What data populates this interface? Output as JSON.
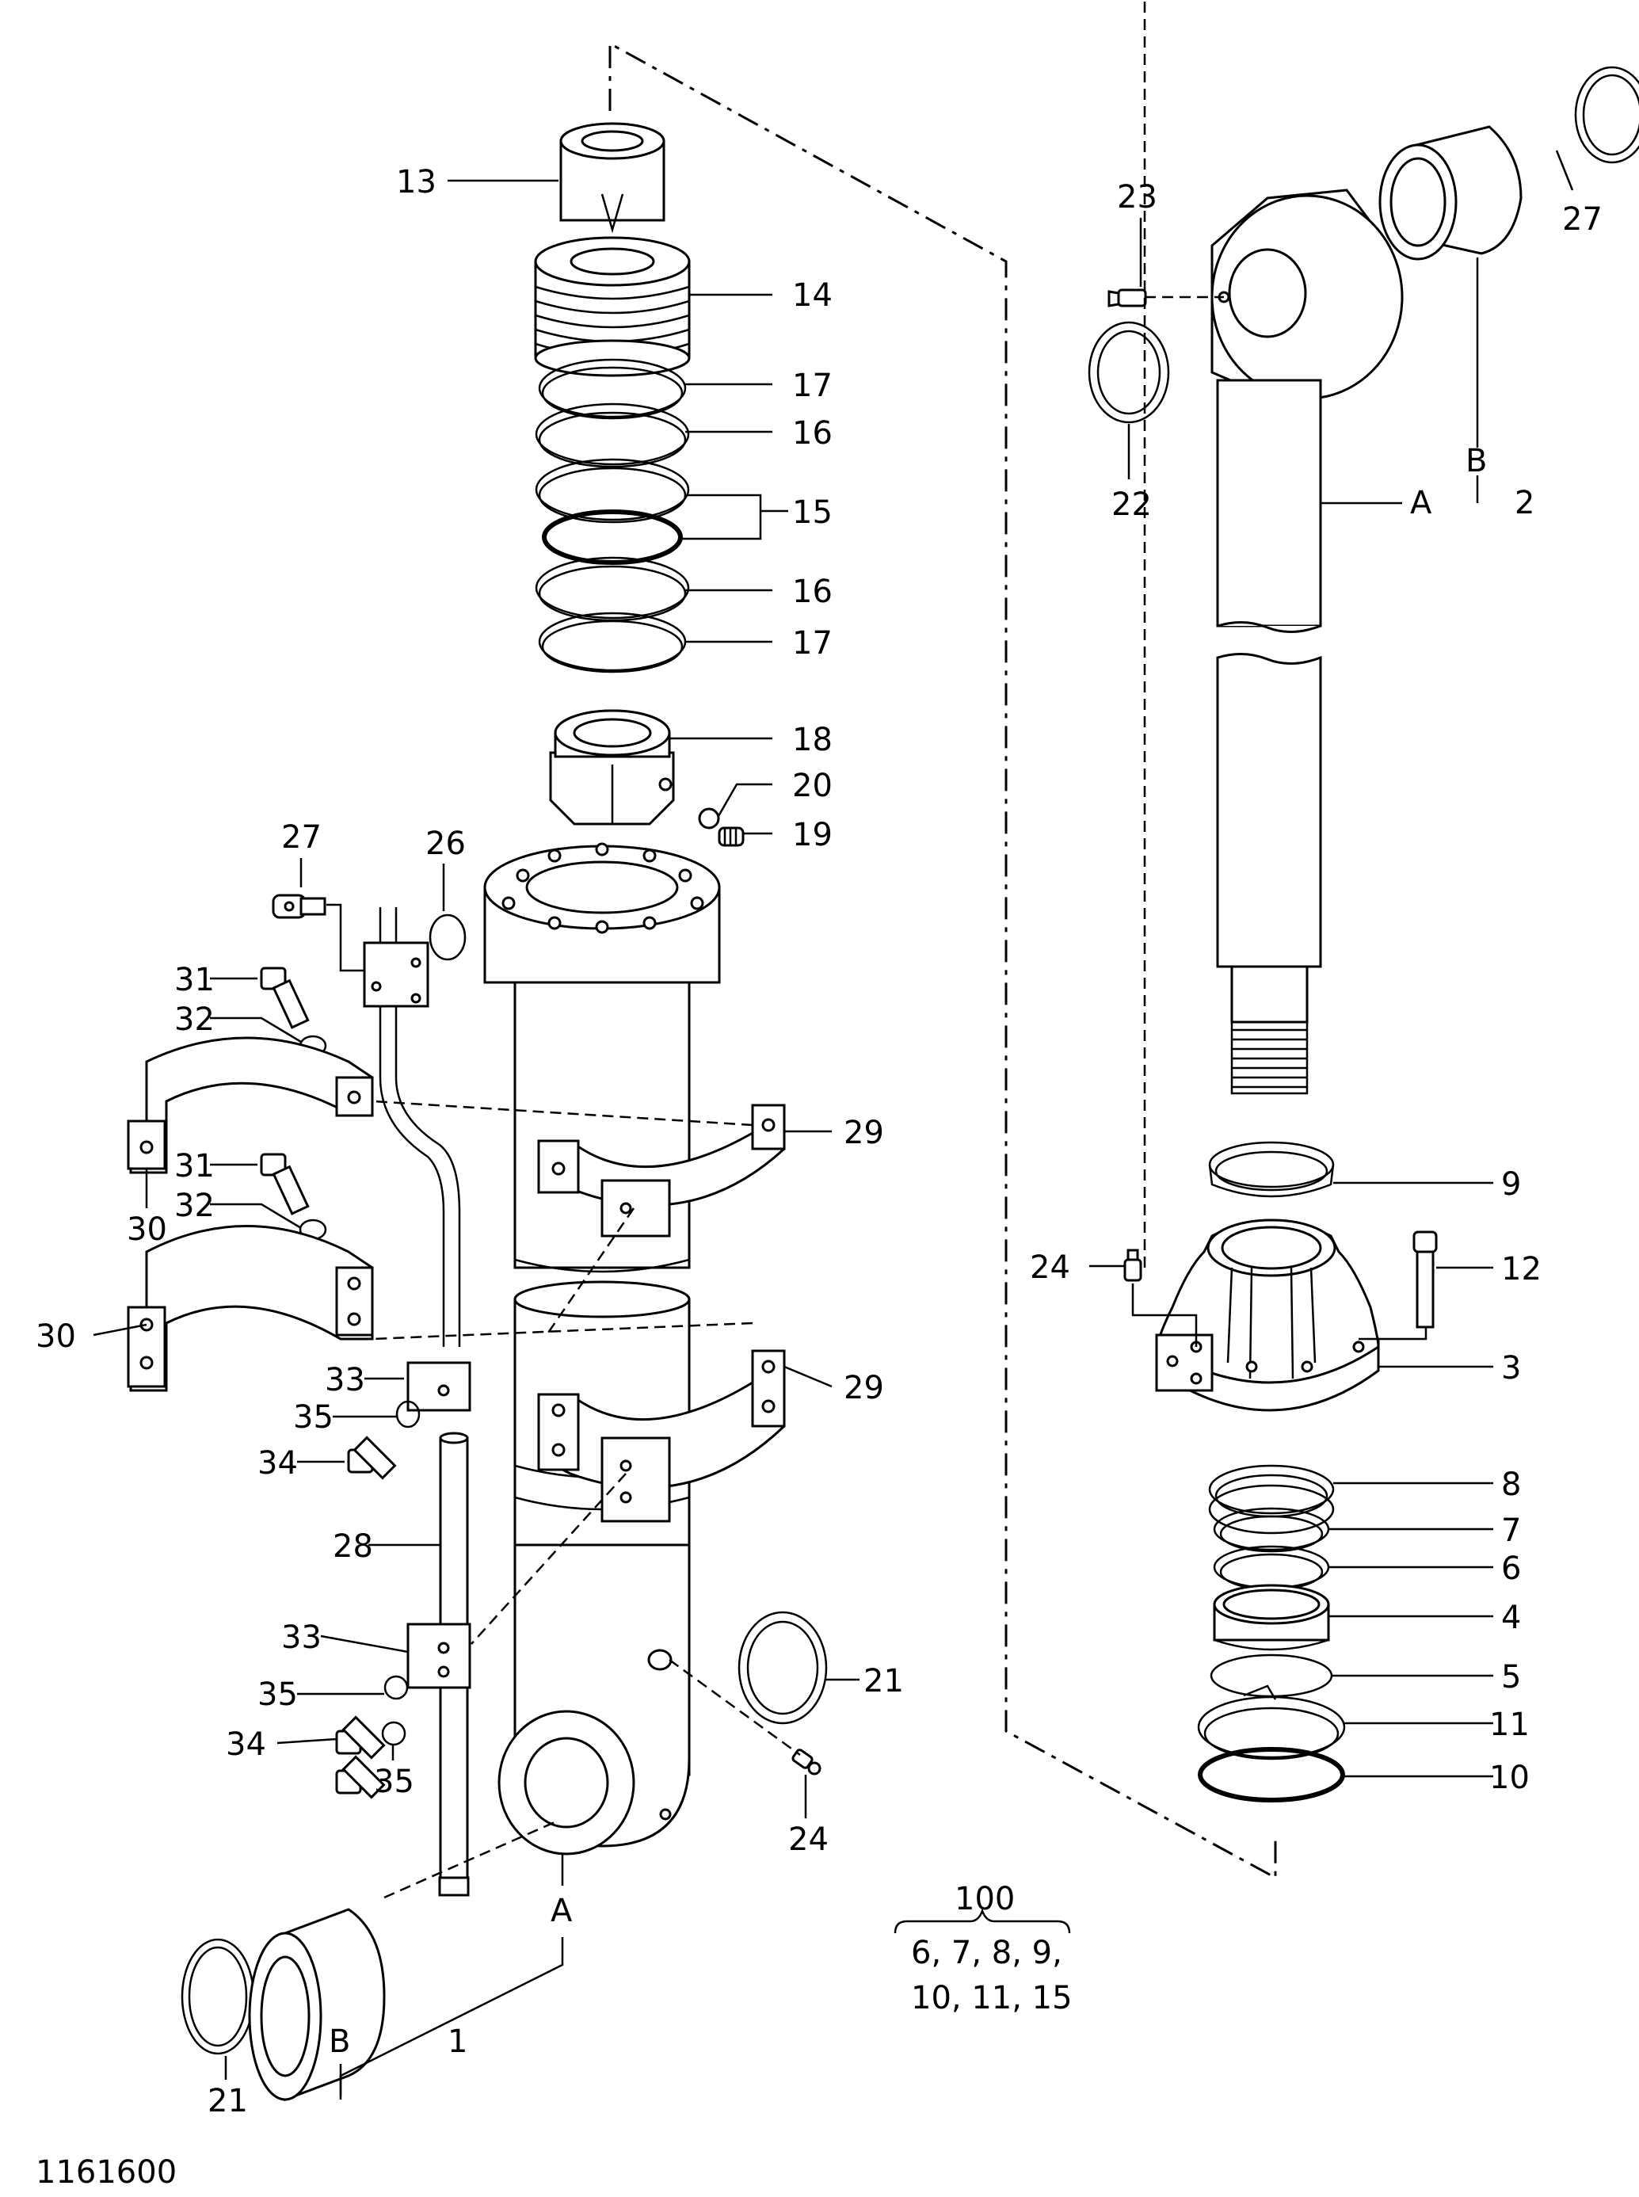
{
  "drawing_number": "1161600",
  "callouts": {
    "c13": "13",
    "c14": "14",
    "c17a": "17",
    "c16a": "16",
    "c15": "15",
    "c16b": "16",
    "c17b": "17",
    "c18": "18",
    "c20": "20",
    "c19": "19",
    "c27a": "27",
    "c26": "26",
    "c31a": "31",
    "c32a": "32",
    "c29a": "29",
    "c30a": "30",
    "c31b": "31",
    "c32b": "32",
    "c30b": "30",
    "c29b": "29",
    "c33a": "33",
    "c35a": "35",
    "c34a": "34",
    "c28": "28",
    "c33b": "33",
    "c35b": "35",
    "c34b": "34",
    "c35c": "35",
    "c21a": "21",
    "c24a": "24",
    "cA1": "A",
    "c21b": "21",
    "cB1": "B",
    "c1": "1",
    "c23": "23",
    "c27b": "27",
    "c22": "22",
    "cB2": "B",
    "cA2": "A",
    "c2": "2",
    "c9": "9",
    "c24b": "24",
    "c12": "12",
    "c3": "3",
    "c8": "8",
    "c7": "7",
    "c6": "6",
    "c4": "4",
    "c5": "5",
    "c11": "11",
    "c10": "10"
  },
  "kit": {
    "number": "100",
    "line1": "6, 7, 8, 9,",
    "line2": "10, 11, 15"
  }
}
